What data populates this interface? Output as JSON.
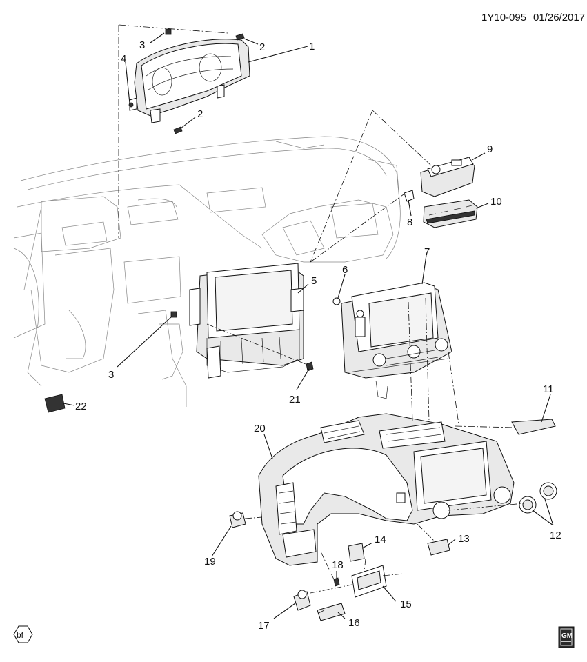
{
  "header": {
    "code": "1Y10-095",
    "date": "01/26/2017"
  },
  "callouts": [
    {
      "label": "1"
    },
    {
      "label": "2"
    },
    {
      "label": "2"
    },
    {
      "label": "3"
    },
    {
      "label": "3"
    },
    {
      "label": "4"
    },
    {
      "label": "5"
    },
    {
      "label": "6"
    },
    {
      "label": "7"
    },
    {
      "label": "8"
    },
    {
      "label": "9"
    },
    {
      "label": "10"
    },
    {
      "label": "11"
    },
    {
      "label": "12"
    },
    {
      "label": "13"
    },
    {
      "label": "14"
    },
    {
      "label": "15"
    },
    {
      "label": "16"
    },
    {
      "label": "17"
    },
    {
      "label": "18"
    },
    {
      "label": "19"
    },
    {
      "label": "20"
    },
    {
      "label": "21"
    },
    {
      "label": "22"
    }
  ],
  "footer": {
    "left_badge": "bf",
    "logo": "GM"
  }
}
